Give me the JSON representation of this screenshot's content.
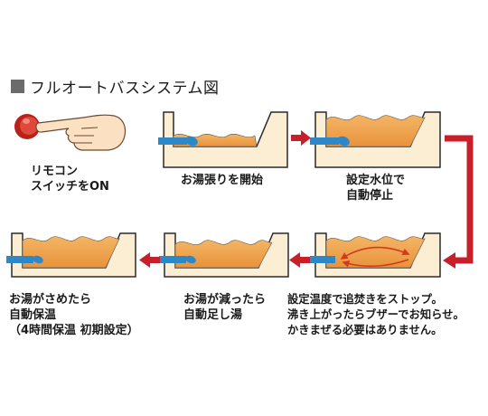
{
  "title": "フルオートバスシステム図",
  "captions": {
    "remote": [
      "リモコン",
      "スイッチをON"
    ],
    "fill_start": [
      "お湯張りを開始"
    ],
    "auto_stop": [
      "設定水位で",
      "自動停止"
    ],
    "reheat": [
      "設定温度で追焚きをストップ。",
      "沸き上がったらブザーでお知らせ。",
      "かきまぜる必要はありません。"
    ],
    "auto_add": [
      "お湯が減ったら",
      "自動足し湯"
    ],
    "keep_warm": [
      "お湯がさめたら",
      "自動保温",
      "（4時間保温 初期設定）"
    ]
  },
  "colors": {
    "water": "#eea448",
    "water_dark": "#e8903a",
    "tub_wall": "#fbeed3",
    "tub_outline": "#2a2a2a",
    "pipe": "#2d88c9",
    "arrow": "#c8202a",
    "swirl": "#d23a1e",
    "button": "#d93a2a",
    "hand_skin": "#fbe0c2"
  },
  "icons": [
    "hand-pressing-button-icon",
    "red-flow-arrow-icon",
    "swirl-arrow-icon",
    "inlet-pipe-icon"
  ]
}
